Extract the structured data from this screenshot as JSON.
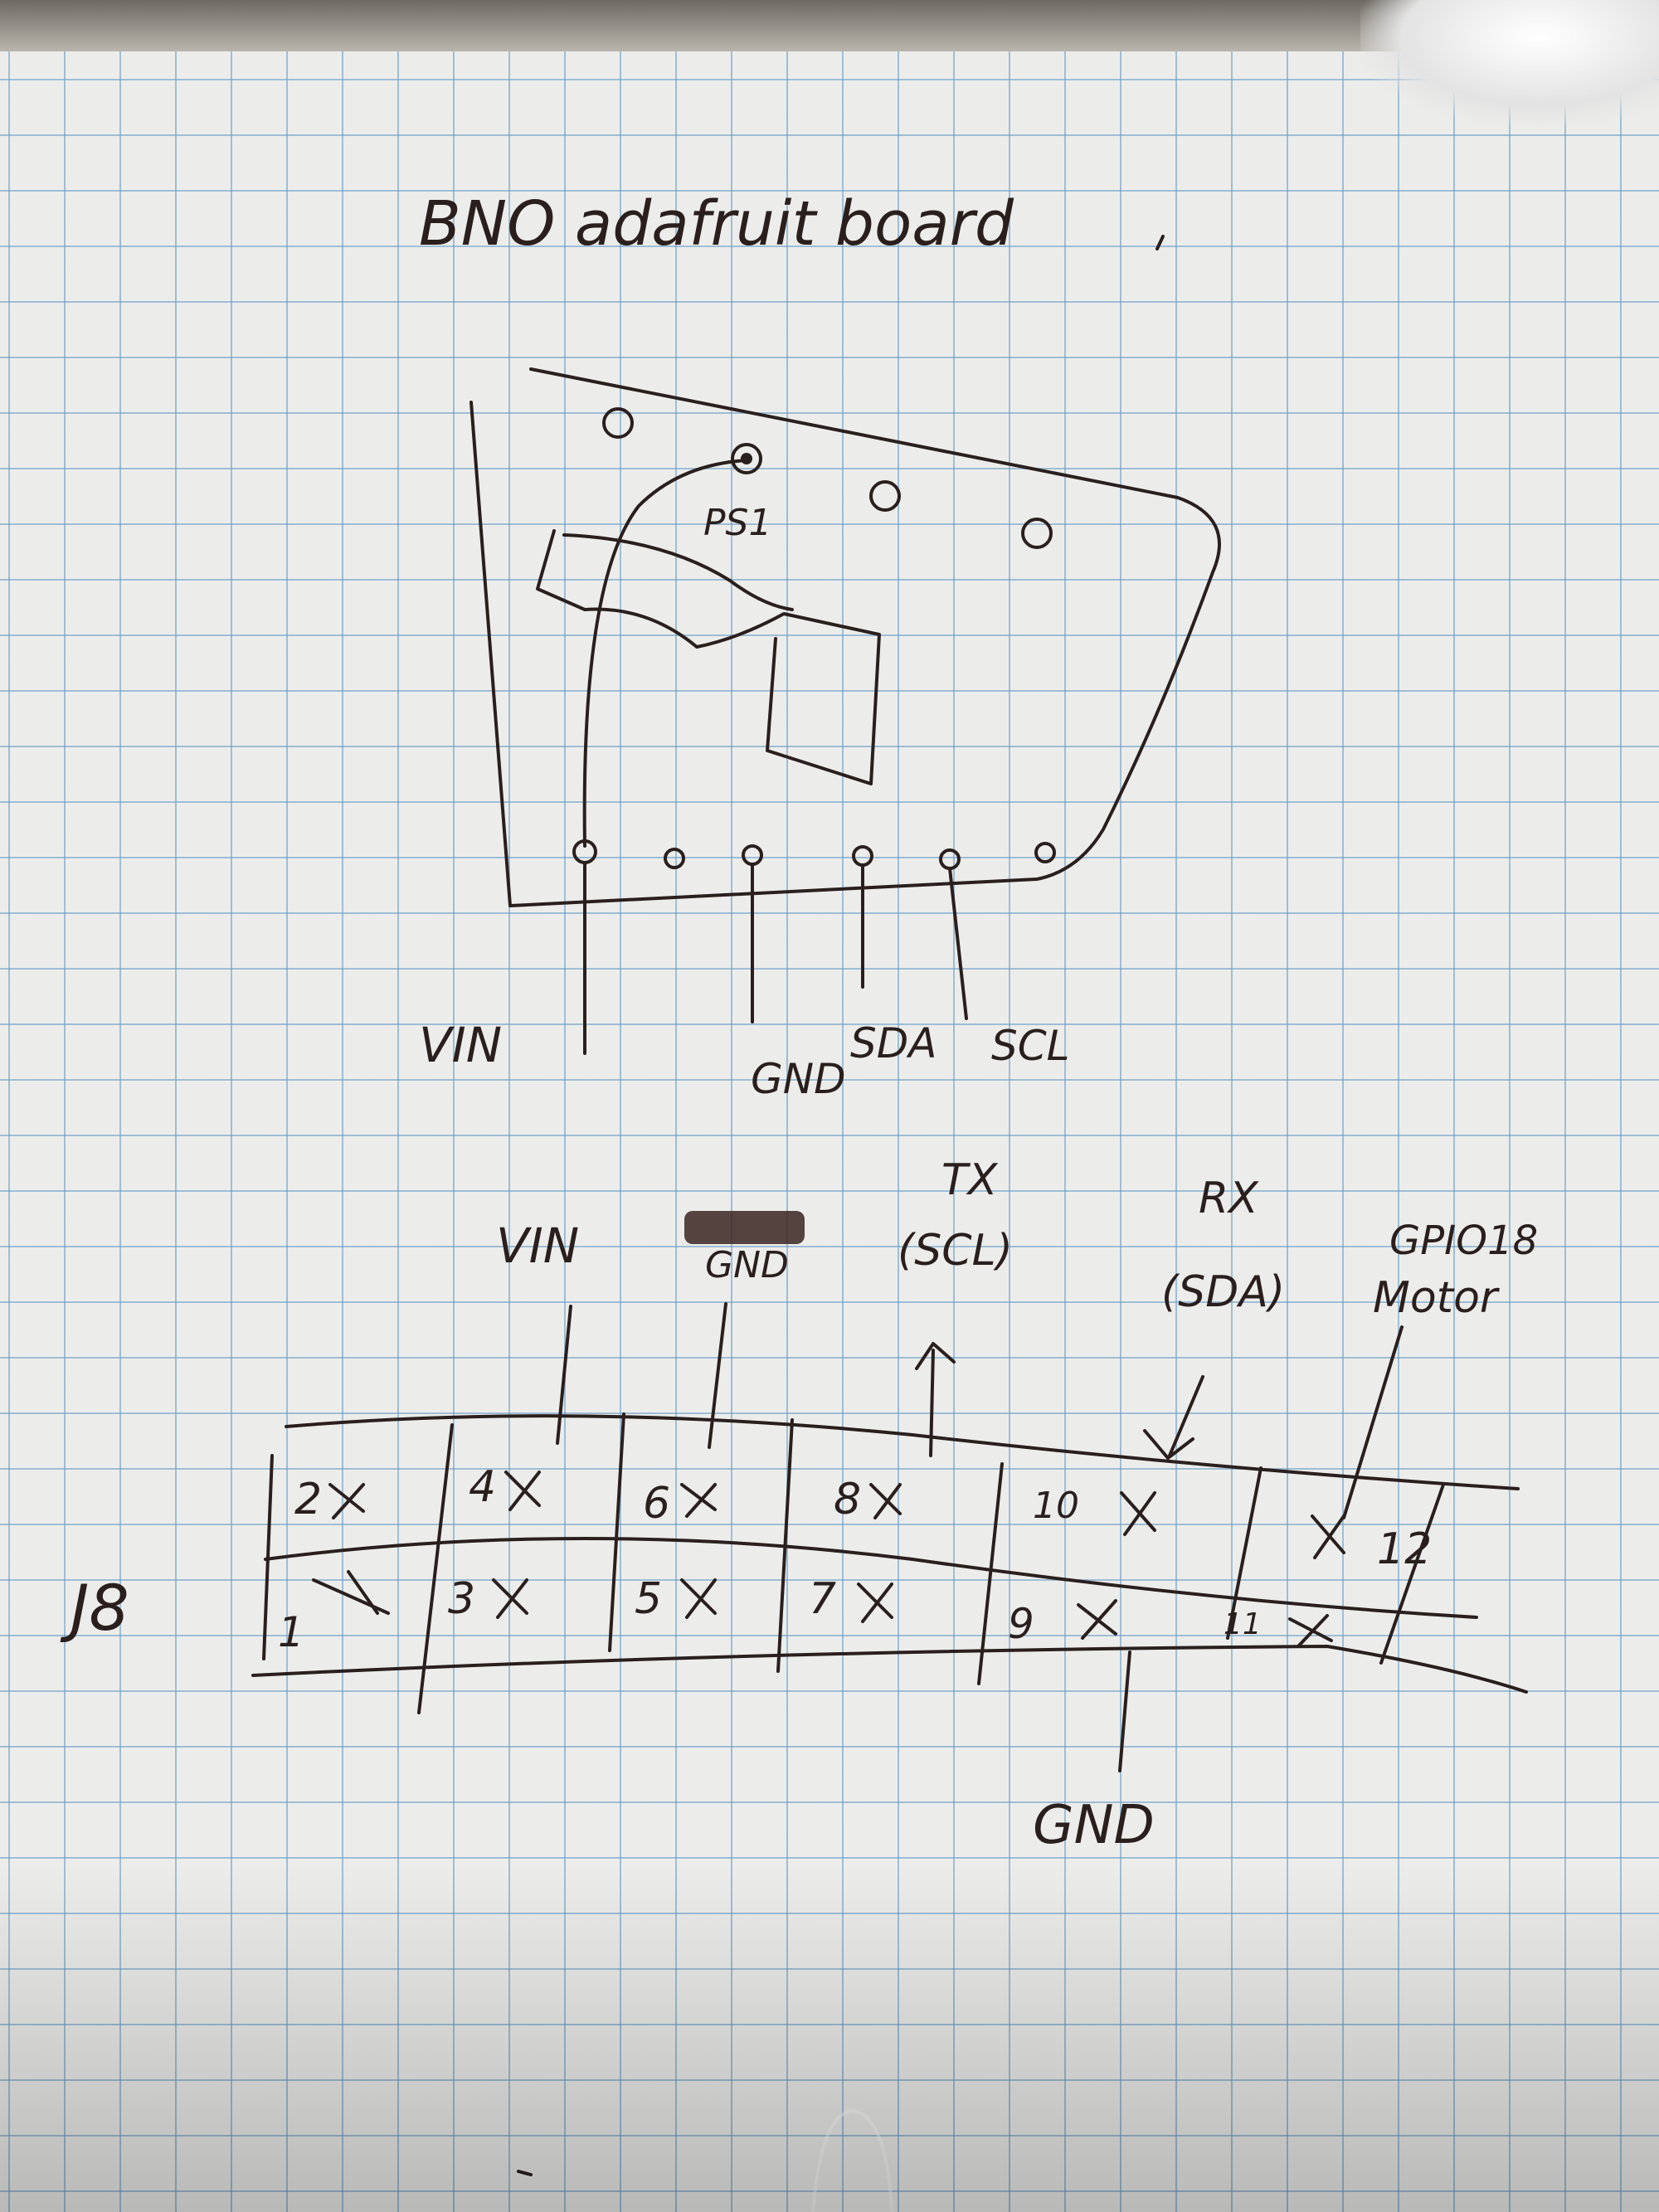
{
  "title": "BNO adafruit board",
  "board": {
    "component_label": "PS1",
    "pin_labels": [
      "VIN",
      "GND",
      "SDA",
      "SCL"
    ]
  },
  "header": {
    "connector_label": "J8",
    "top_labels": {
      "vin": "VIN",
      "gnd": "GND",
      "tx": "TX",
      "scl": "(SCL)",
      "rx": "RX",
      "sda": "(SDA)",
      "gpio": "GPIO18",
      "motor": "Motor"
    },
    "top_row_pins": [
      "2",
      "4",
      "6",
      "8",
      "10",
      "12"
    ],
    "bottom_row_pins": [
      "1",
      "3",
      "5",
      "7",
      "9",
      "11"
    ],
    "bottom_gnd_label": "GND"
  },
  "colors": {
    "ink": "#2a1f1d",
    "grid": "#5f96c3",
    "paper": "#ecedeb"
  }
}
